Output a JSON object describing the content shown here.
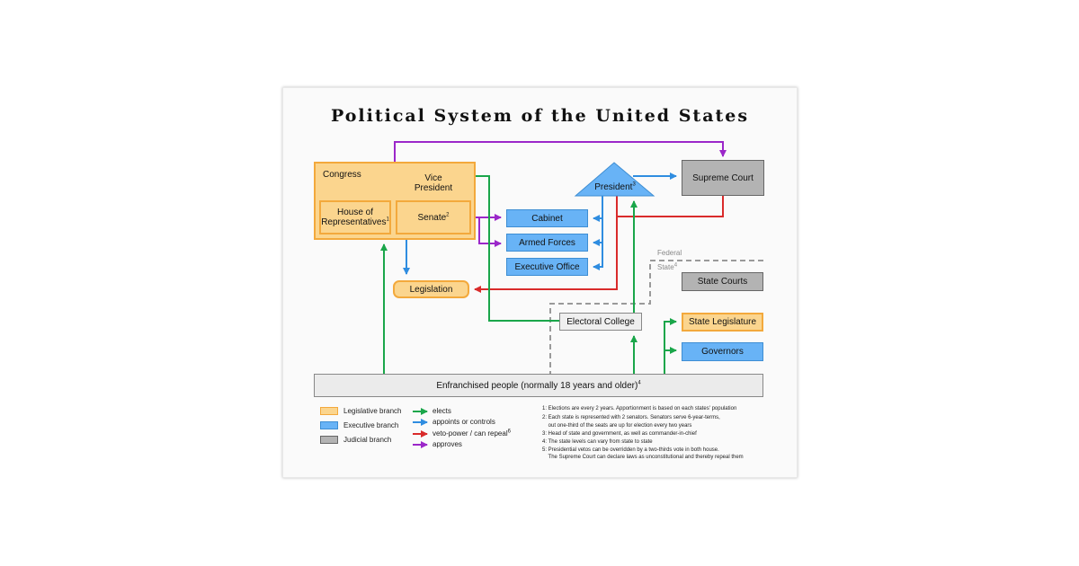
{
  "title": "Political System of the United States",
  "nodes": {
    "congress": "Congress",
    "vice_president": [
      "Vice",
      "President"
    ],
    "house": [
      "House of",
      "Representatives"
    ],
    "house_note": "1",
    "senate": "Senate",
    "senate_note": "2",
    "president": "President",
    "president_note": "3",
    "supreme_court": "Supreme Court",
    "cabinet": "Cabinet",
    "armed_forces": "Armed Forces",
    "executive_office": "Executive Office",
    "legislation": "Legislation",
    "federal": "Federal",
    "state": "State",
    "state_note": "4",
    "state_courts": "State Courts",
    "electoral_college": "Electoral College",
    "state_legislature": "State Legislature",
    "governors": "Governors",
    "people": "Enfranchised people (normally 18 years and older)",
    "people_note": "4"
  },
  "legend": {
    "branches": [
      {
        "label": "Legislative branch",
        "color": "#fbd58e"
      },
      {
        "label": "Executive branch",
        "color": "#68b3f6"
      },
      {
        "label": "Judicial branch",
        "color": "#b3b3b3"
      }
    ],
    "arrows": [
      {
        "label": "elects",
        "color": "#1aa64a"
      },
      {
        "label": "appoints or controls",
        "color": "#2f8de0"
      },
      {
        "label": "veto-power / can repeal",
        "note": "6",
        "color": "#d92b2b"
      },
      {
        "label": "approves",
        "color": "#9b27c9"
      }
    ]
  },
  "notes": [
    "1: Elections are every 2 years. Apportionment is based on each states' population",
    "2: Each state is represented with 2 senators. Senators serve 6-year-terms,",
    "    out one-third of the seats are up for election every two years",
    "3: Head of state and government, as well as commander-in-chief",
    "4: The state levels can vary from state to state",
    "5: Presidential vetos can be overridden by a two-thirds vote in both house.",
    "    The Supreme Court can declare laws as unconstitutional and thereby repeal them"
  ]
}
